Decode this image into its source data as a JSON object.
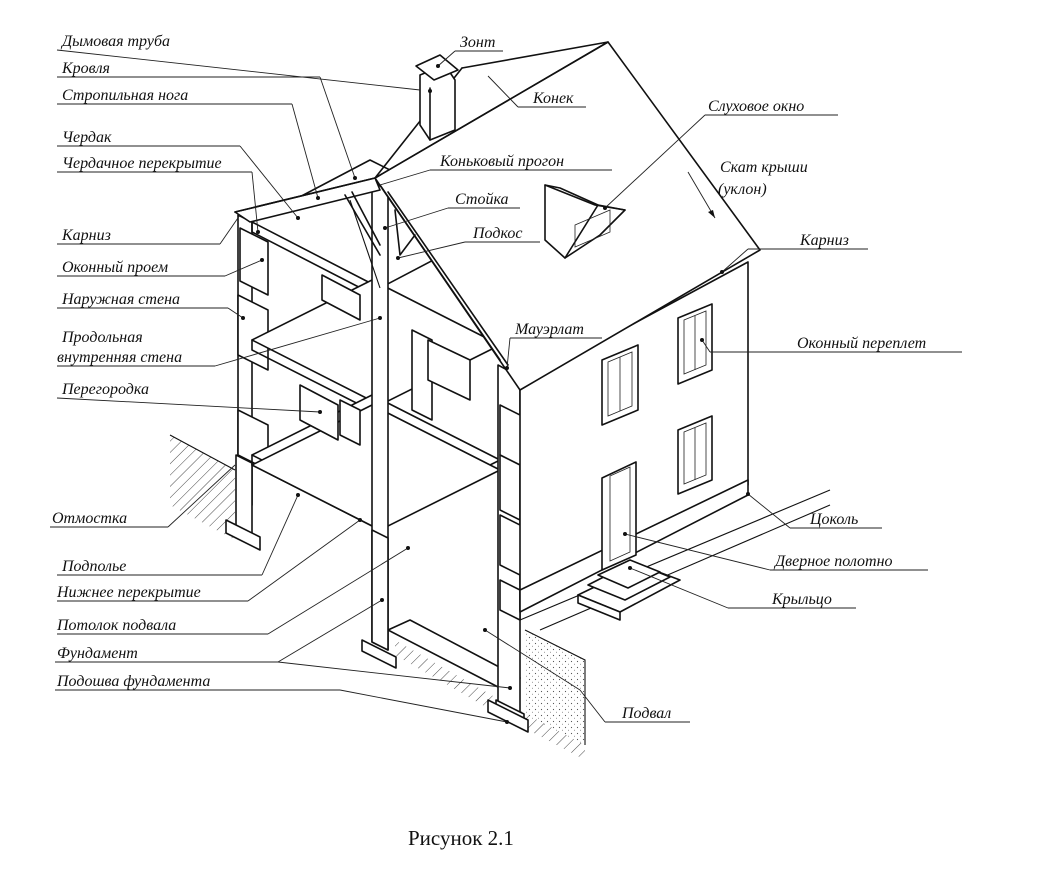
{
  "labels": {
    "chimney": "Дымовая труба",
    "roofing": "Кровля",
    "rafter": "Стропильная нога",
    "attic": "Чердак",
    "attic_floor": "Чердачное перекрытие",
    "eave_left": "Карниз",
    "window_opening": "Оконный проем",
    "outer_wall": "Наружная стена",
    "inner_wall_1": "Продольная",
    "inner_wall_2": "внутренняя стена",
    "partition": "Перегородка",
    "blind_area": "Отмостка",
    "crawl_space": "Подполье",
    "bottom_floor": "Нижнее перекрытие",
    "basement_ceiling": "Потолок подвала",
    "foundation": "Фундамент",
    "foundation_base": "Подошва фундамента",
    "hood": "Зонт",
    "ridge": "Конек",
    "dormer": "Слуховое окно",
    "ridge_purlin": "Коньковый прогон",
    "slope_1": "Скат крыши",
    "slope_2": "(уклон)",
    "post": "Стойка",
    "strut": "Подкос",
    "eave_right": "Карниз",
    "mauerlat": "Мауэрлат",
    "window_frame": "Оконный переплет",
    "plinth": "Цоколь",
    "door_leaf": "Дверное полотно",
    "porch": "Крыльцо",
    "basement": "Подвал"
  },
  "caption": "Рисунок 2.1"
}
